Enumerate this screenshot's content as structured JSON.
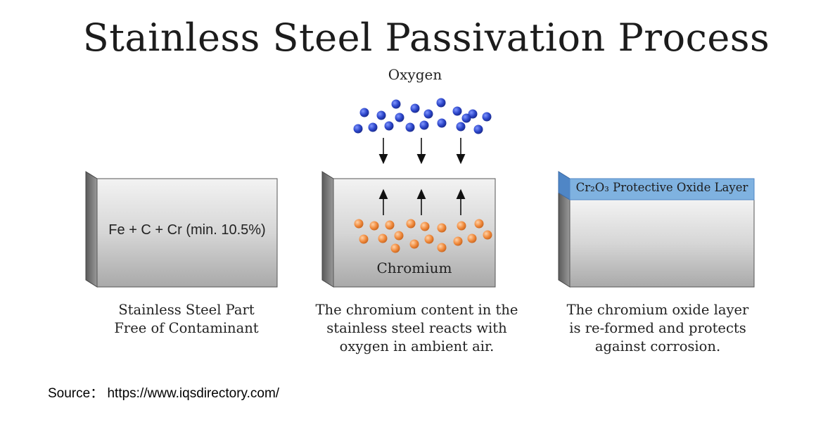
{
  "title": "Stainless Steel Passivation Process",
  "oxygen_label": "Oxygen",
  "panel1": {
    "formula": "Fe + C + Cr (min. 10.5%)",
    "caption_line1": "Stainless Steel Part",
    "caption_line2": "Free of Contaminant"
  },
  "panel2": {
    "element_label": "Chromium",
    "caption_line1": "The chromium content in the",
    "caption_line2": "stainless steel reacts with",
    "caption_line3": "oxygen in ambient air."
  },
  "panel3": {
    "layer_label": "Cr₂O₃ Protective Oxide Layer",
    "caption_line1": "The chromium oxide layer",
    "caption_line2": "is re-formed and protects",
    "caption_line3": "against corrosion."
  },
  "source": "Source： https://www.iqsdirectory.com/",
  "colors": {
    "oxygen": "#2a44c8",
    "chromium": "#f08a3c",
    "oxide_layer": "#7fb2e0",
    "steel_light": "#f2f2f2",
    "steel_dark": "#a8a8a8"
  }
}
